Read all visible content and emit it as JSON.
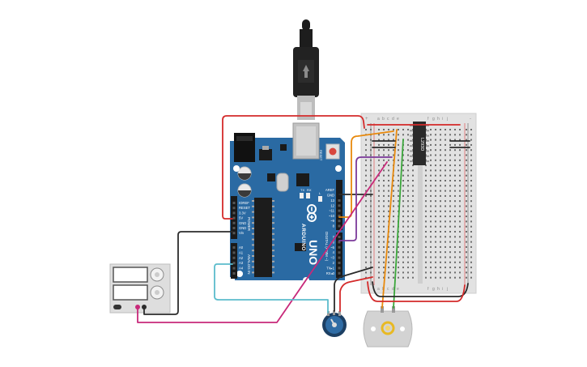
{
  "board": {
    "name": "ARDUINO",
    "model": "UNO",
    "reset_label": "RESET",
    "header_labels": {
      "digital": "DIGITAL (PWM ~)",
      "power": "POWER",
      "analog": "ANALOG IN",
      "aref": "AREF",
      "gnd": "GND",
      "led_tx": "TX",
      "led_rx": "RX",
      "led_l": "L"
    },
    "digital_pins": [
      "13",
      "12",
      "~11",
      "~10",
      "~9",
      "8",
      "7",
      "~6",
      "~5",
      "4",
      "~3",
      "2",
      "TX▸1",
      "RX◂0"
    ],
    "power_pins": [
      "IOREF",
      "RESET",
      "3.3V",
      "5V",
      "GND",
      "GND",
      "Vin"
    ],
    "analog_pins": [
      "A0",
      "A1",
      "A2",
      "A3",
      "A4",
      "A5"
    ]
  },
  "breadboard": {
    "columns_top": [
      "a",
      "b",
      "c",
      "d",
      "e",
      "f",
      "g",
      "h",
      "i",
      "j"
    ],
    "rail_plus": "+",
    "rail_minus": "-"
  },
  "chip": {
    "label": "L293D"
  },
  "colors": {
    "board": "#2a6aa3",
    "wire_red": "#d42a2a",
    "wire_black": "#2b2b2b",
    "wire_orange": "#e8890c",
    "wire_green": "#3aa63a",
    "wire_purple": "#7b3a9a",
    "wire_magenta": "#c8297a",
    "wire_cyan": "#5bbccc"
  }
}
